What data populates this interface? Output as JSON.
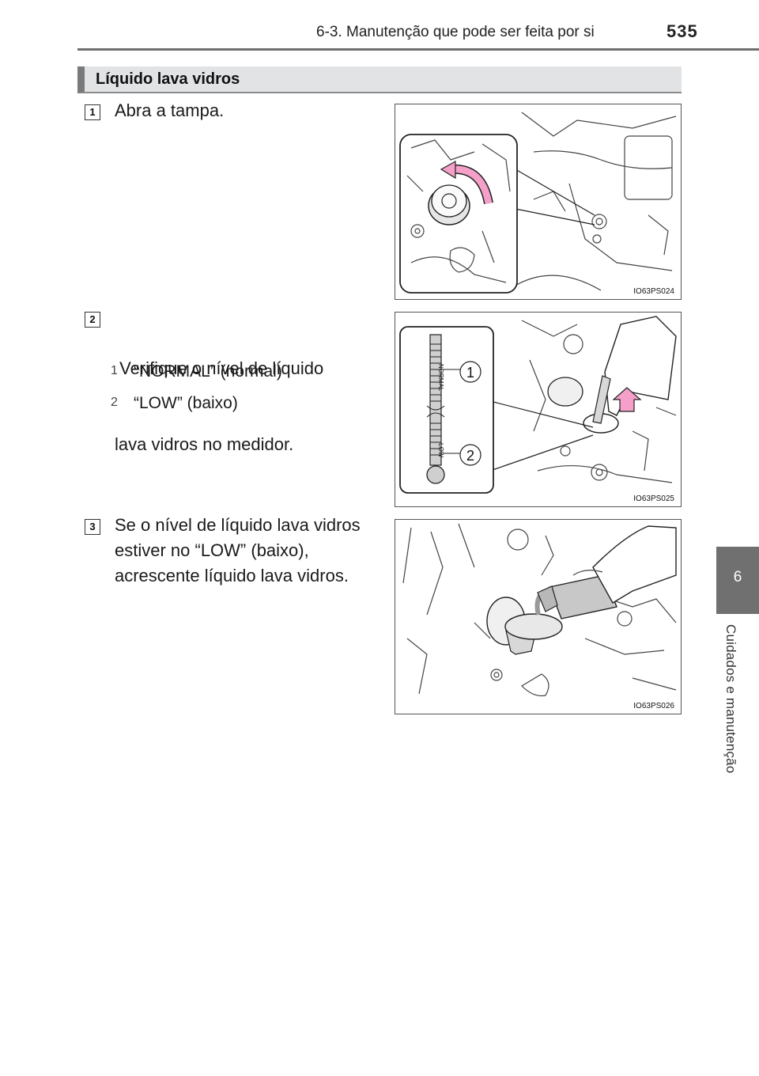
{
  "header": {
    "section": "6-3. Manutenção que pode ser feita por si",
    "page_number": "535"
  },
  "side_tab": {
    "chapter": "6",
    "label": "Cuidados e manutenção"
  },
  "section_title": "Líquido lava vidros",
  "steps": [
    {
      "number": "1",
      "line1": "Abra a tampa.",
      "line2": "",
      "line3": ""
    },
    {
      "number": "2",
      "line1": " Verifique o nível de líquido",
      "line2": "lava vidros no medidor.",
      "line3": ""
    },
    {
      "number": "3",
      "line1": "Se o nível de líquido lava vidros",
      "line2": "estiver no “LOW” (baixo),",
      "line3": "acrescente líquido lava vidros."
    }
  ],
  "sub_items": [
    {
      "number": "1",
      "text": "“NORMAL” (normal)"
    },
    {
      "number": "2",
      "text": "“LOW” (baixo)"
    }
  ],
  "figures": [
    {
      "code": "IO63PS024"
    },
    {
      "code": "IO63PS025",
      "callout_1": "1",
      "callout_2": "2",
      "gauge_normal": "NORMAL",
      "gauge_low": "LOW"
    },
    {
      "code": "IO63PS026"
    }
  ],
  "colors": {
    "arrow_pink": "#f4a0c8",
    "header_rule": "#6f6f6f",
    "side_tab": "#707070",
    "title_bar": "#e1e3e5"
  }
}
